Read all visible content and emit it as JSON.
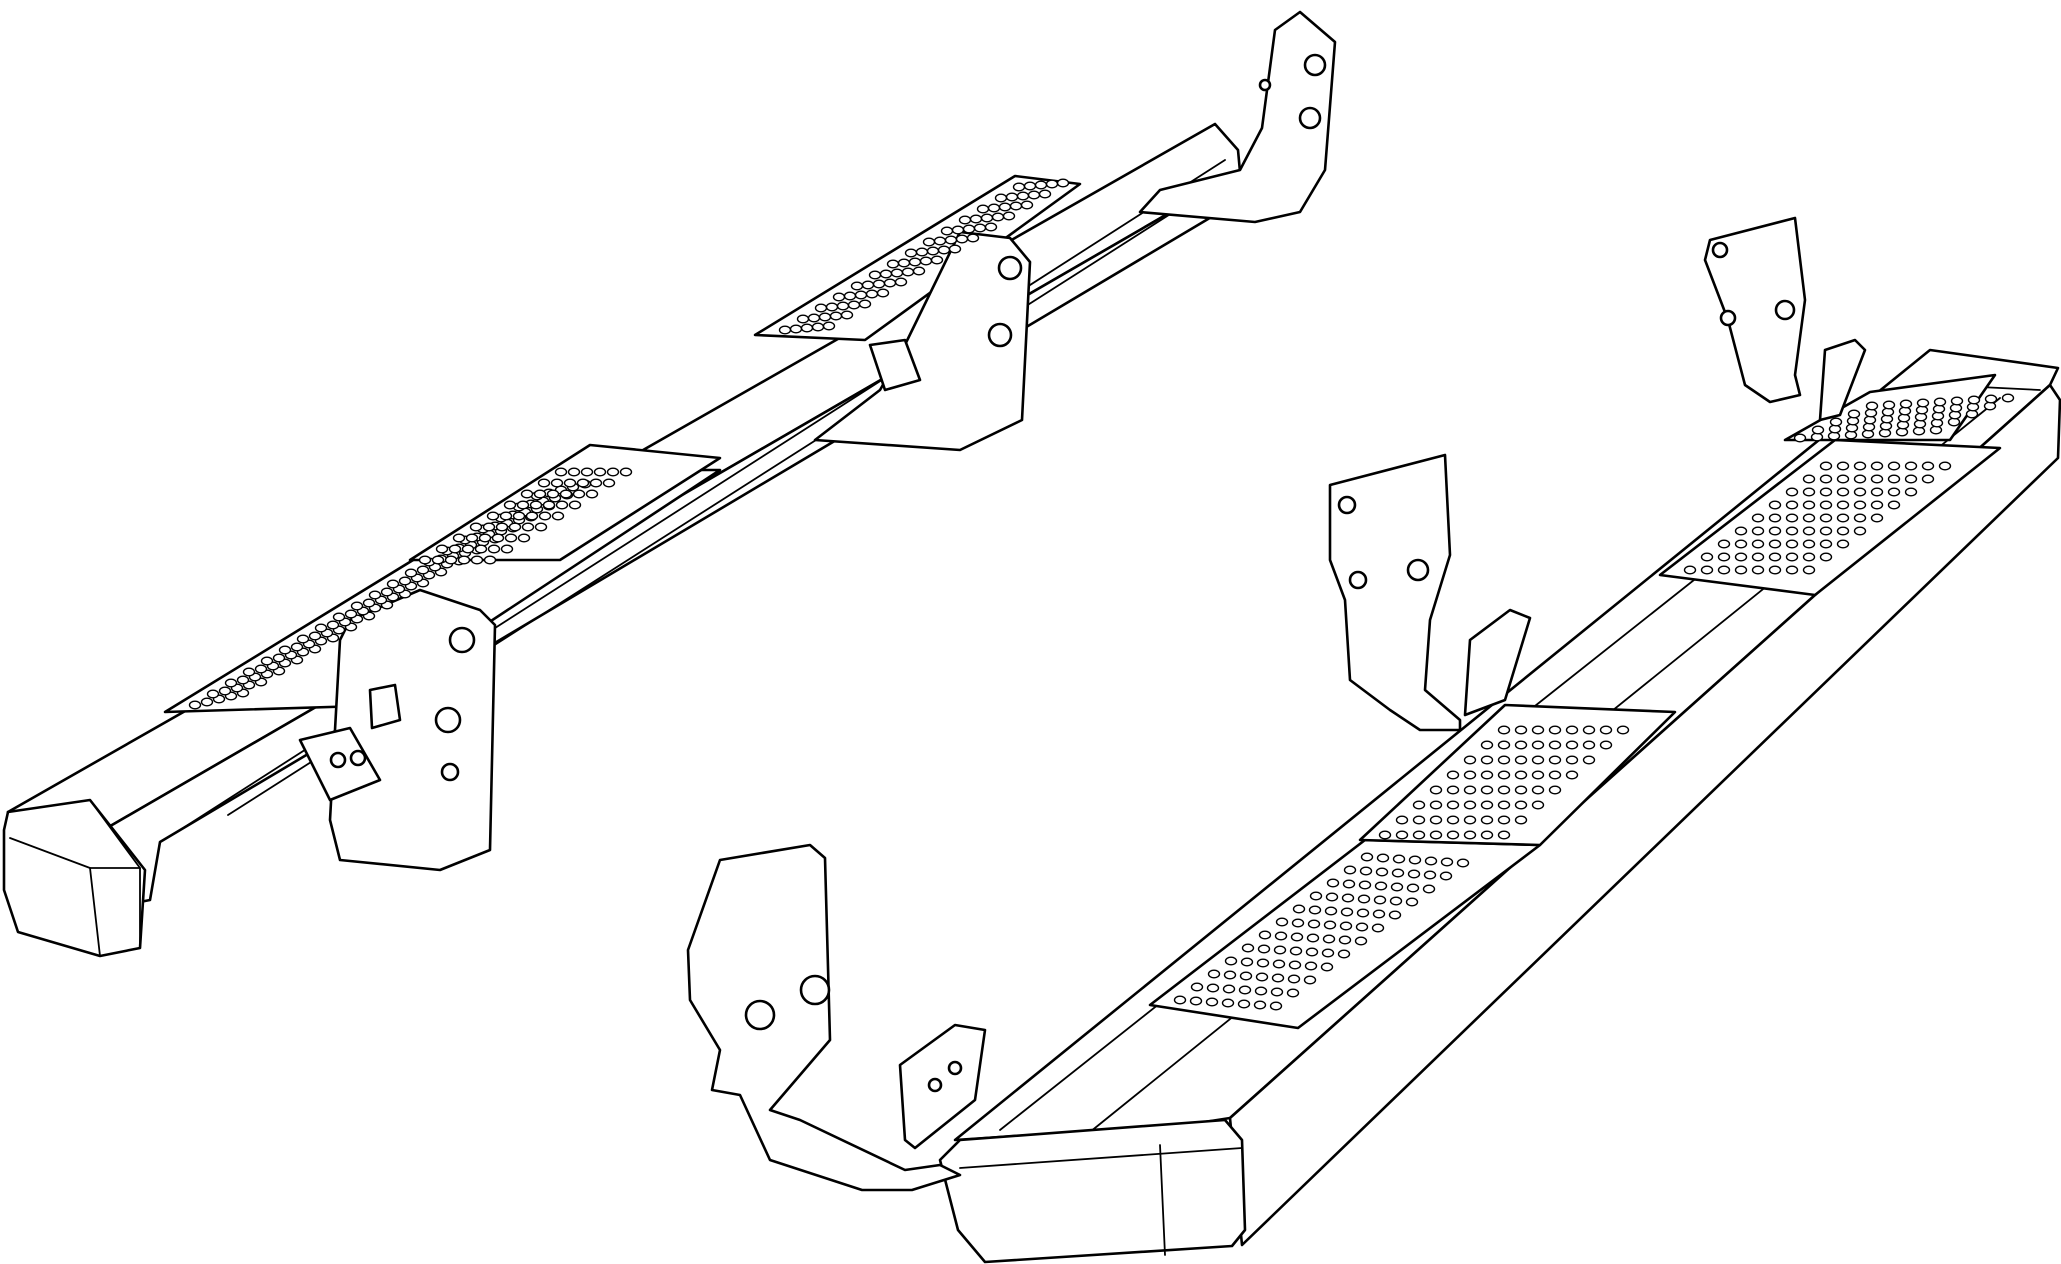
{
  "diagram": {
    "type": "exploded parts line drawing",
    "colors": {
      "line": "#000000",
      "background": "#ffffff"
    },
    "parts": [
      {
        "id": "left-running-board",
        "kind": "running-board",
        "step_pads": 3,
        "brackets": 3
      },
      {
        "id": "right-running-board",
        "kind": "running-board",
        "step_pads": 3,
        "brackets": 3
      }
    ]
  }
}
